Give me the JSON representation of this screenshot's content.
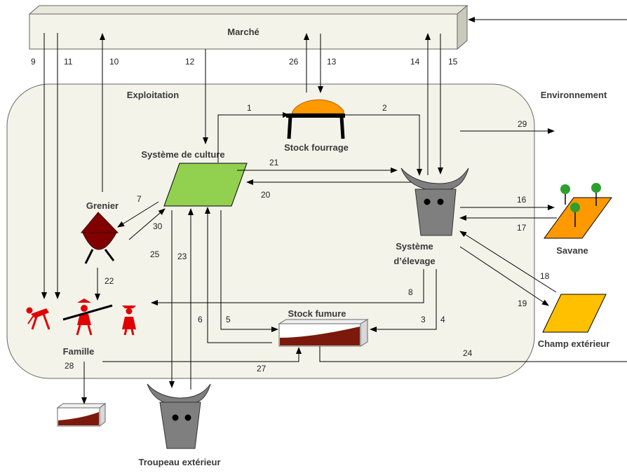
{
  "nodes": {
    "market": "Marché",
    "farm": "Exploitation",
    "environment": "Environnement",
    "cropping_system": "Système de culture",
    "fodder_stock": "Stock fourrage",
    "livestock_system_line1": "Système",
    "livestock_system_line2": "d’élevage",
    "granary": "Grenier",
    "manure_stock": "Stock fumure",
    "family": "Famille",
    "savanna": "Savane",
    "outside_field": "Champ extérieur",
    "outside_herd": "Troupeau extérieur"
  },
  "flows": {
    "f1": "1",
    "f2": "2",
    "f3": "3",
    "f4": "4",
    "f5": "5",
    "f6": "6",
    "f7": "7",
    "f8": "8",
    "f9": "9",
    "f10": "10",
    "f11": "11",
    "f12": "12",
    "f13": "13",
    "f14": "14",
    "f15": "15",
    "f16": "16",
    "f17": "17",
    "f18": "18",
    "f19": "19",
    "f20": "20",
    "f21": "21",
    "f22": "22",
    "f23": "23",
    "f24": "24",
    "f25": "25",
    "f26": "26",
    "f27": "27",
    "f28": "28",
    "f29": "29",
    "f30": "30"
  },
  "colors": {
    "market_box": "#f3f3ea",
    "farm_area": "#f3f3ea",
    "fodder_heap": "#ff9900",
    "crop_field": "#92d050",
    "savanna": "#ff9900",
    "outside_field": "#ffc000",
    "granary": "#800000",
    "manure": "#7b1a0c",
    "family_figures": "#e00000",
    "cattle": "#7f7f7f",
    "arrows": "#000000"
  }
}
